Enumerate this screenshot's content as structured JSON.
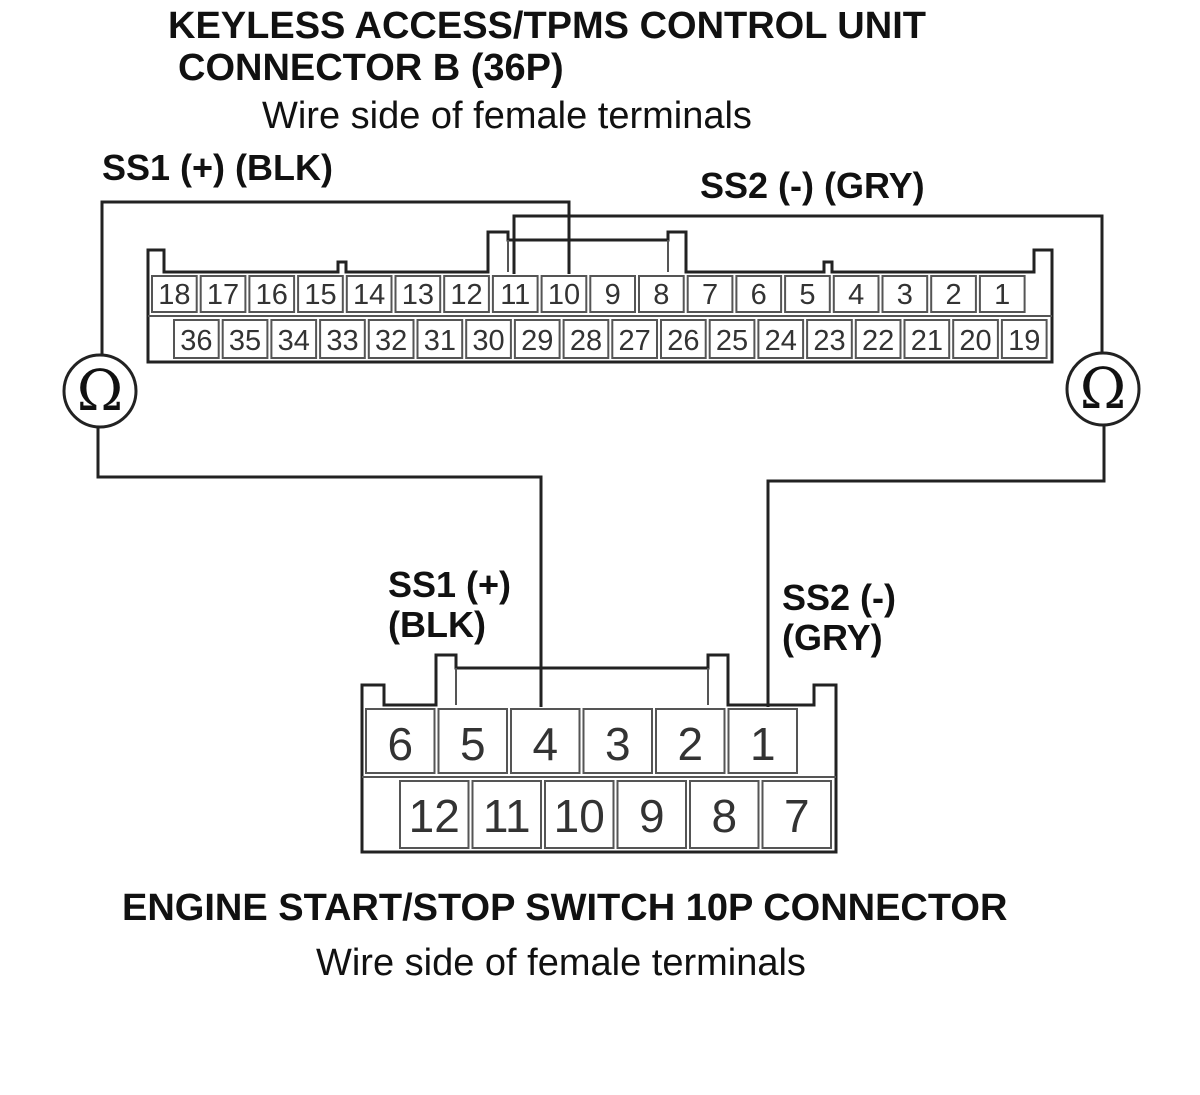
{
  "upper_connector": {
    "title_line1": "KEYLESS ACCESS/TPMS CONTROL UNIT",
    "title_line2": "CONNECTOR B (36P)",
    "subtitle": "Wire side of female terminals",
    "row1": [
      "18",
      "17",
      "16",
      "15",
      "14",
      "13",
      "12",
      "11",
      "10",
      "9",
      "8",
      "7",
      "6",
      "5",
      "4",
      "3",
      "2",
      "1"
    ],
    "row2": [
      "36",
      "35",
      "34",
      "33",
      "32",
      "31",
      "30",
      "29",
      "28",
      "27",
      "26",
      "25",
      "24",
      "23",
      "22",
      "21",
      "20",
      "19"
    ]
  },
  "lower_connector": {
    "title": "ENGINE START/STOP SWITCH 10P CONNECTOR",
    "subtitle": "Wire side of female terminals",
    "row1": [
      "6",
      "5",
      "4",
      "3",
      "2",
      "1"
    ],
    "row2": [
      "12",
      "11",
      "10",
      "9",
      "8",
      "7"
    ]
  },
  "wires": {
    "ss1_upper": "SS1 (+) (BLK)",
    "ss2_upper": "SS2 (-) (GRY)",
    "ss1_lower_line1": "SS1 (+)",
    "ss1_lower_line2": "(BLK)",
    "ss2_lower_line1": "SS2 (-)",
    "ss2_lower_line2": "(GRY)"
  },
  "meters": {
    "left_symbol": "Ω",
    "right_symbol": "Ω"
  }
}
